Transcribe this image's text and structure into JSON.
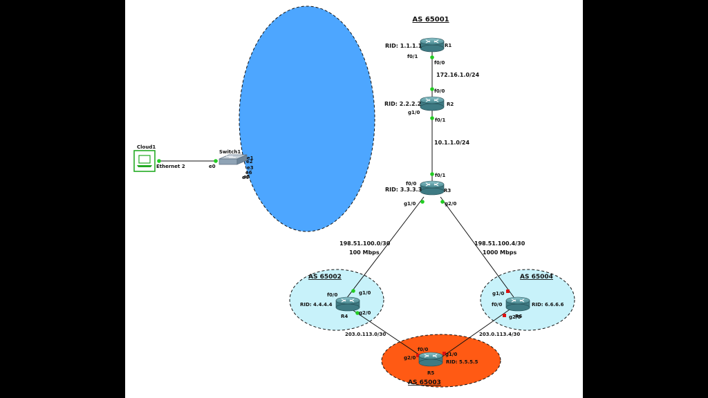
{
  "as_zones": {
    "as65001": "AS 65001",
    "as65002": "AS 65002",
    "as65003": "AS 65003",
    "as65004": "AS 65004"
  },
  "colors": {
    "as65001_fill": "#4da6ff",
    "as_small_fill": "#c8f2fa",
    "as65003_fill": "#ff5a14",
    "link_up": "#22cc22",
    "link_down": "#dd1111",
    "router_body": "#5f9ea8",
    "cloud_border": "#22aa22"
  },
  "routers": {
    "r1": {
      "name": "R1",
      "rid": "RID: 1.1.1.1"
    },
    "r2": {
      "name": "R2",
      "rid": "RID: 2.2.2.2"
    },
    "r3": {
      "name": "R3",
      "rid": "RID: 3.3.3.3"
    },
    "r4": {
      "name": "R4",
      "rid": "RID: 4.4.4.4"
    },
    "r5": {
      "name": "R5",
      "rid": "RID: 5.5.5.5"
    },
    "r6": {
      "name": "R6",
      "rid": "RID: 6.6.6.6"
    }
  },
  "interfaces": {
    "r1_f01": "f0/1",
    "r1_f00": "f0/0",
    "r2_f00": "f0/0",
    "r2_g10": "g1/0",
    "r2_f01": "f0/1",
    "r3_f00": "f0/0",
    "r3_f01": "f0/1",
    "r3_g10": "g1/0",
    "r3_g20": "g2/0",
    "r4_f00": "f0/0",
    "r4_g10": "g1/0",
    "r4_g20": "g2/0",
    "r6_g10": "g1/0",
    "r6_f00": "f0/0",
    "r6_g20": "g2/0",
    "r5_f00": "f0/0",
    "r5_g10": "g1/0",
    "r5_g20": "g2/0"
  },
  "links": {
    "r1_r2": "172.16.1.0/24",
    "r2_r3": "10.1.1.0/24",
    "r3_r4_net": "198.51.100.0/30",
    "r3_r4_speed": "100 Mbps",
    "r3_r6_net": "198.51.100.4/30",
    "r3_r6_speed": "1000 Mbps",
    "r4_r5": "203.0.113.0/30",
    "r6_r5": "203.0.113.4/30"
  },
  "cloud": {
    "name": "Cloud1",
    "port": "Ethernet 2"
  },
  "switch": {
    "name": "Switch1",
    "port_e0": "e0",
    "port_e1": "e1",
    "port_e2": "e2",
    "port_e3": "e3",
    "port_e6": "e6",
    "port_e4": "e4",
    "port_e5": "e5"
  }
}
